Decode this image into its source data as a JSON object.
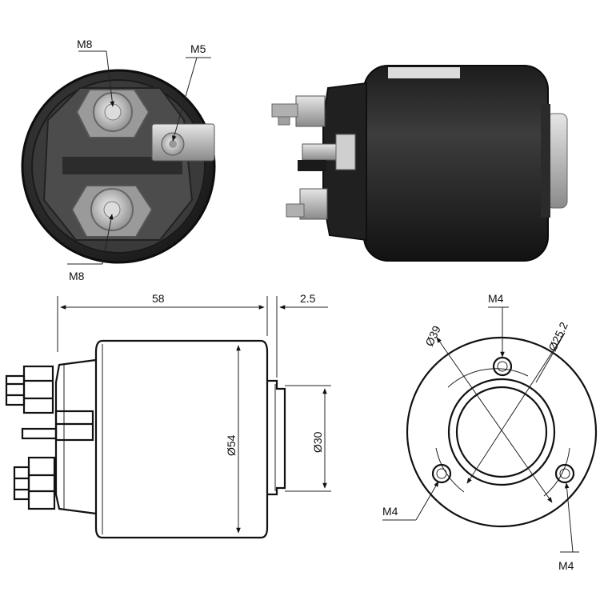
{
  "photo_front": {
    "terminal_top_label": "M8",
    "terminal_small_label": "M5",
    "terminal_bottom_label": "M8"
  },
  "side_drawing": {
    "length_label": "58",
    "gap_label": "2.5",
    "body_diameter_label": "Ø54",
    "plunger_diameter_label": "Ø30"
  },
  "end_drawing": {
    "hole_top_label": "M4",
    "hole_left_label": "M4",
    "hole_right_label": "M4",
    "bolt_circle_label": "Ø39",
    "bore_label": "Ø25.2"
  },
  "colors": {
    "body_dark": "#2a2a2a",
    "metal_light": "#c9c9c9",
    "line": "#222222"
  }
}
